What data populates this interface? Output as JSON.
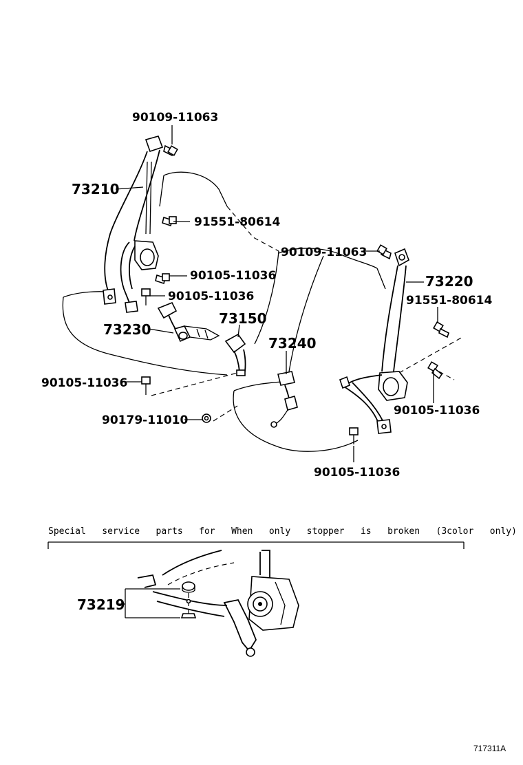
{
  "labels": {
    "p_90109_top_left": "90109-11063",
    "p_73210": "73210",
    "p_91551_left": "91551-80614",
    "p_90105_a": "90105-11036",
    "p_90105_b": "90105-11036",
    "p_73230": "73230",
    "p_73150": "73150",
    "p_90105_c": "90105-11036",
    "p_90179": "90179-11010",
    "p_90109_right": "90109-11063",
    "p_73220": "73220",
    "p_91551_right": "91551-80614",
    "p_73240": "73240",
    "p_90105_d": "90105-11036",
    "p_90105_e": "90105-11036",
    "p_73219": "73219"
  },
  "special_note": "Special   service   parts   for   When   only   stopper   is   broken   (3color   only)",
  "catalog_number": "717311A"
}
